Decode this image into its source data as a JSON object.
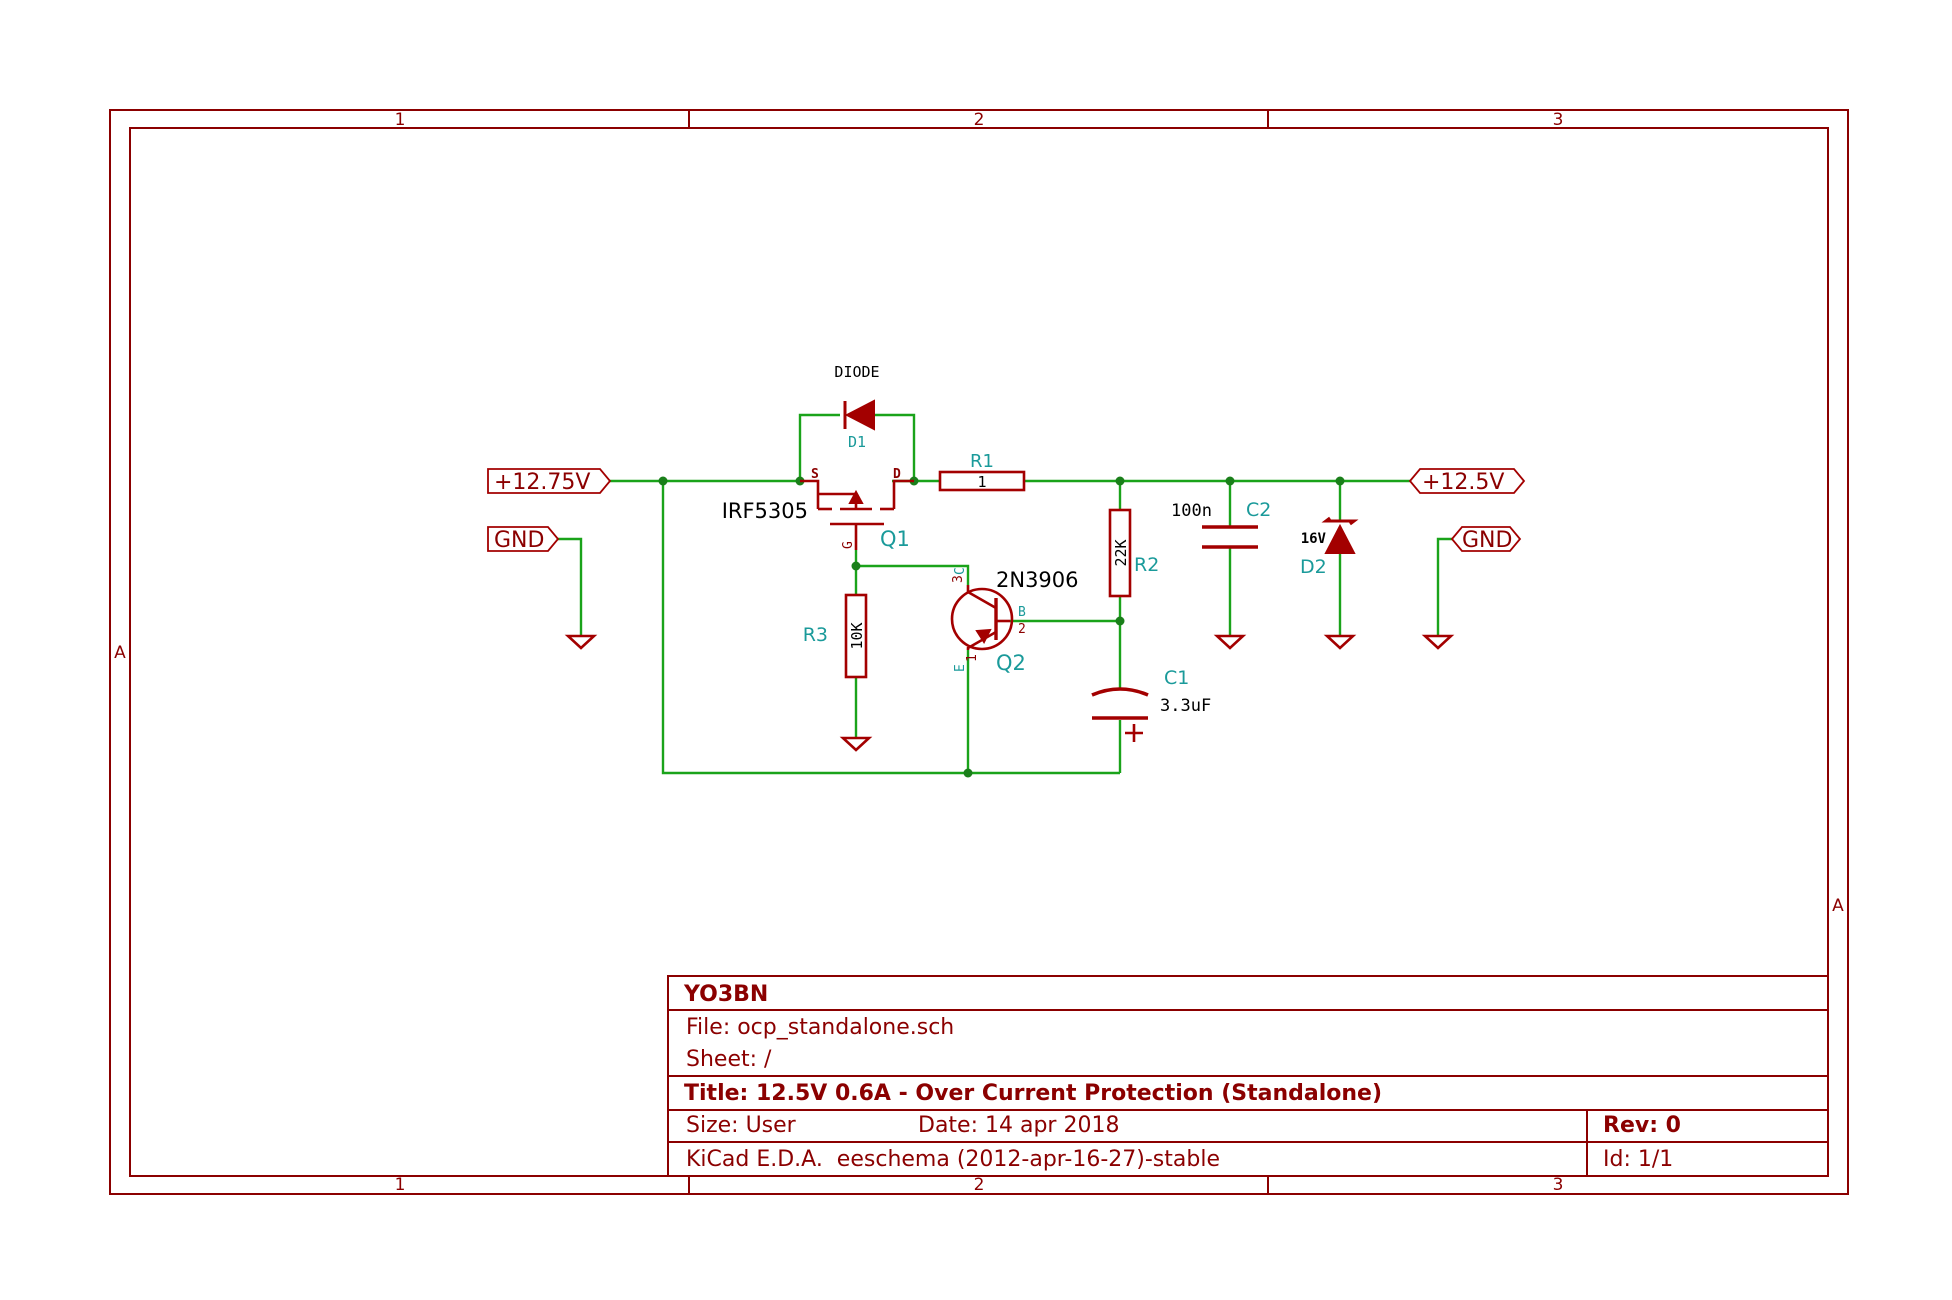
{
  "frame": {
    "columns": [
      "1",
      "2",
      "3"
    ],
    "rows": [
      "A"
    ]
  },
  "components": {
    "d1": {
      "ref": "D1",
      "value": "DIODE"
    },
    "q1": {
      "ref": "Q1",
      "value": "IRF5305",
      "pin_s": "S",
      "pin_d": "D",
      "pin_g": "G"
    },
    "r1": {
      "ref": "R1",
      "value": "1"
    },
    "r2": {
      "ref": "R2",
      "value": "22K"
    },
    "r3": {
      "ref": "R3",
      "value": "10K"
    },
    "q2": {
      "ref": "Q2",
      "value": "2N3906",
      "pin_c": "C",
      "pin_c_num": "3",
      "pin_b": "B",
      "pin_b_num": "2",
      "pin_e": "E",
      "pin_e_num": "1"
    },
    "c1": {
      "ref": "C1",
      "value": "3.3uF",
      "polarity": "+"
    },
    "c2": {
      "ref": "C2",
      "value": "100n"
    },
    "d2": {
      "ref": "D2",
      "value": "16V"
    }
  },
  "labels": {
    "vin": "+12.75V",
    "vout": "+12.5V",
    "gnd_left": "GND",
    "gnd_right": "GND"
  },
  "title_block": {
    "company": "YO3BN",
    "file": "File: ocp_standalone.sch",
    "sheet": "Sheet: /",
    "title": "Title: 12.5V 0.6A - Over Current Protection (Standalone)",
    "size": "Size: User",
    "date": "Date: 14 apr 2018",
    "rev": "Rev: 0",
    "tool": "KiCad E.D.A.  eeschema (2012-apr-16-27)-stable",
    "id": "Id: 1/1"
  },
  "colors": {
    "frame": "#8b0000",
    "wire": "#1aa31a",
    "symbol": "#a30000",
    "reference": "#1a9a9a",
    "value": "#000000"
  }
}
